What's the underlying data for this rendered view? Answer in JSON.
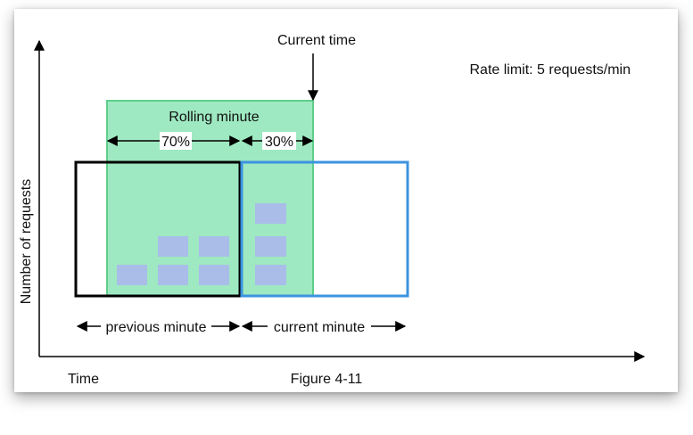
{
  "labels": {
    "current_time": "Current time",
    "rate_limit": "Rate limit: 5 requests/min",
    "rolling_minute": "Rolling minute",
    "pct_prev": "70%",
    "pct_curr": "30%",
    "y_axis": "Number of requests",
    "x_axis": "Time",
    "previous_minute": "previous minute",
    "current_minute": "current minute",
    "figure": "Figure 4-11"
  },
  "colors": {
    "rolling_fill": "#9ee9c1",
    "rolling_stroke": "#5ecf8a",
    "previous_window": "#000000",
    "current_window": "#3c93e0",
    "request_block": "#a9bde8",
    "axis": "#000000"
  },
  "requests": {
    "previous_minute_count": 5,
    "current_minute_count": 3
  }
}
